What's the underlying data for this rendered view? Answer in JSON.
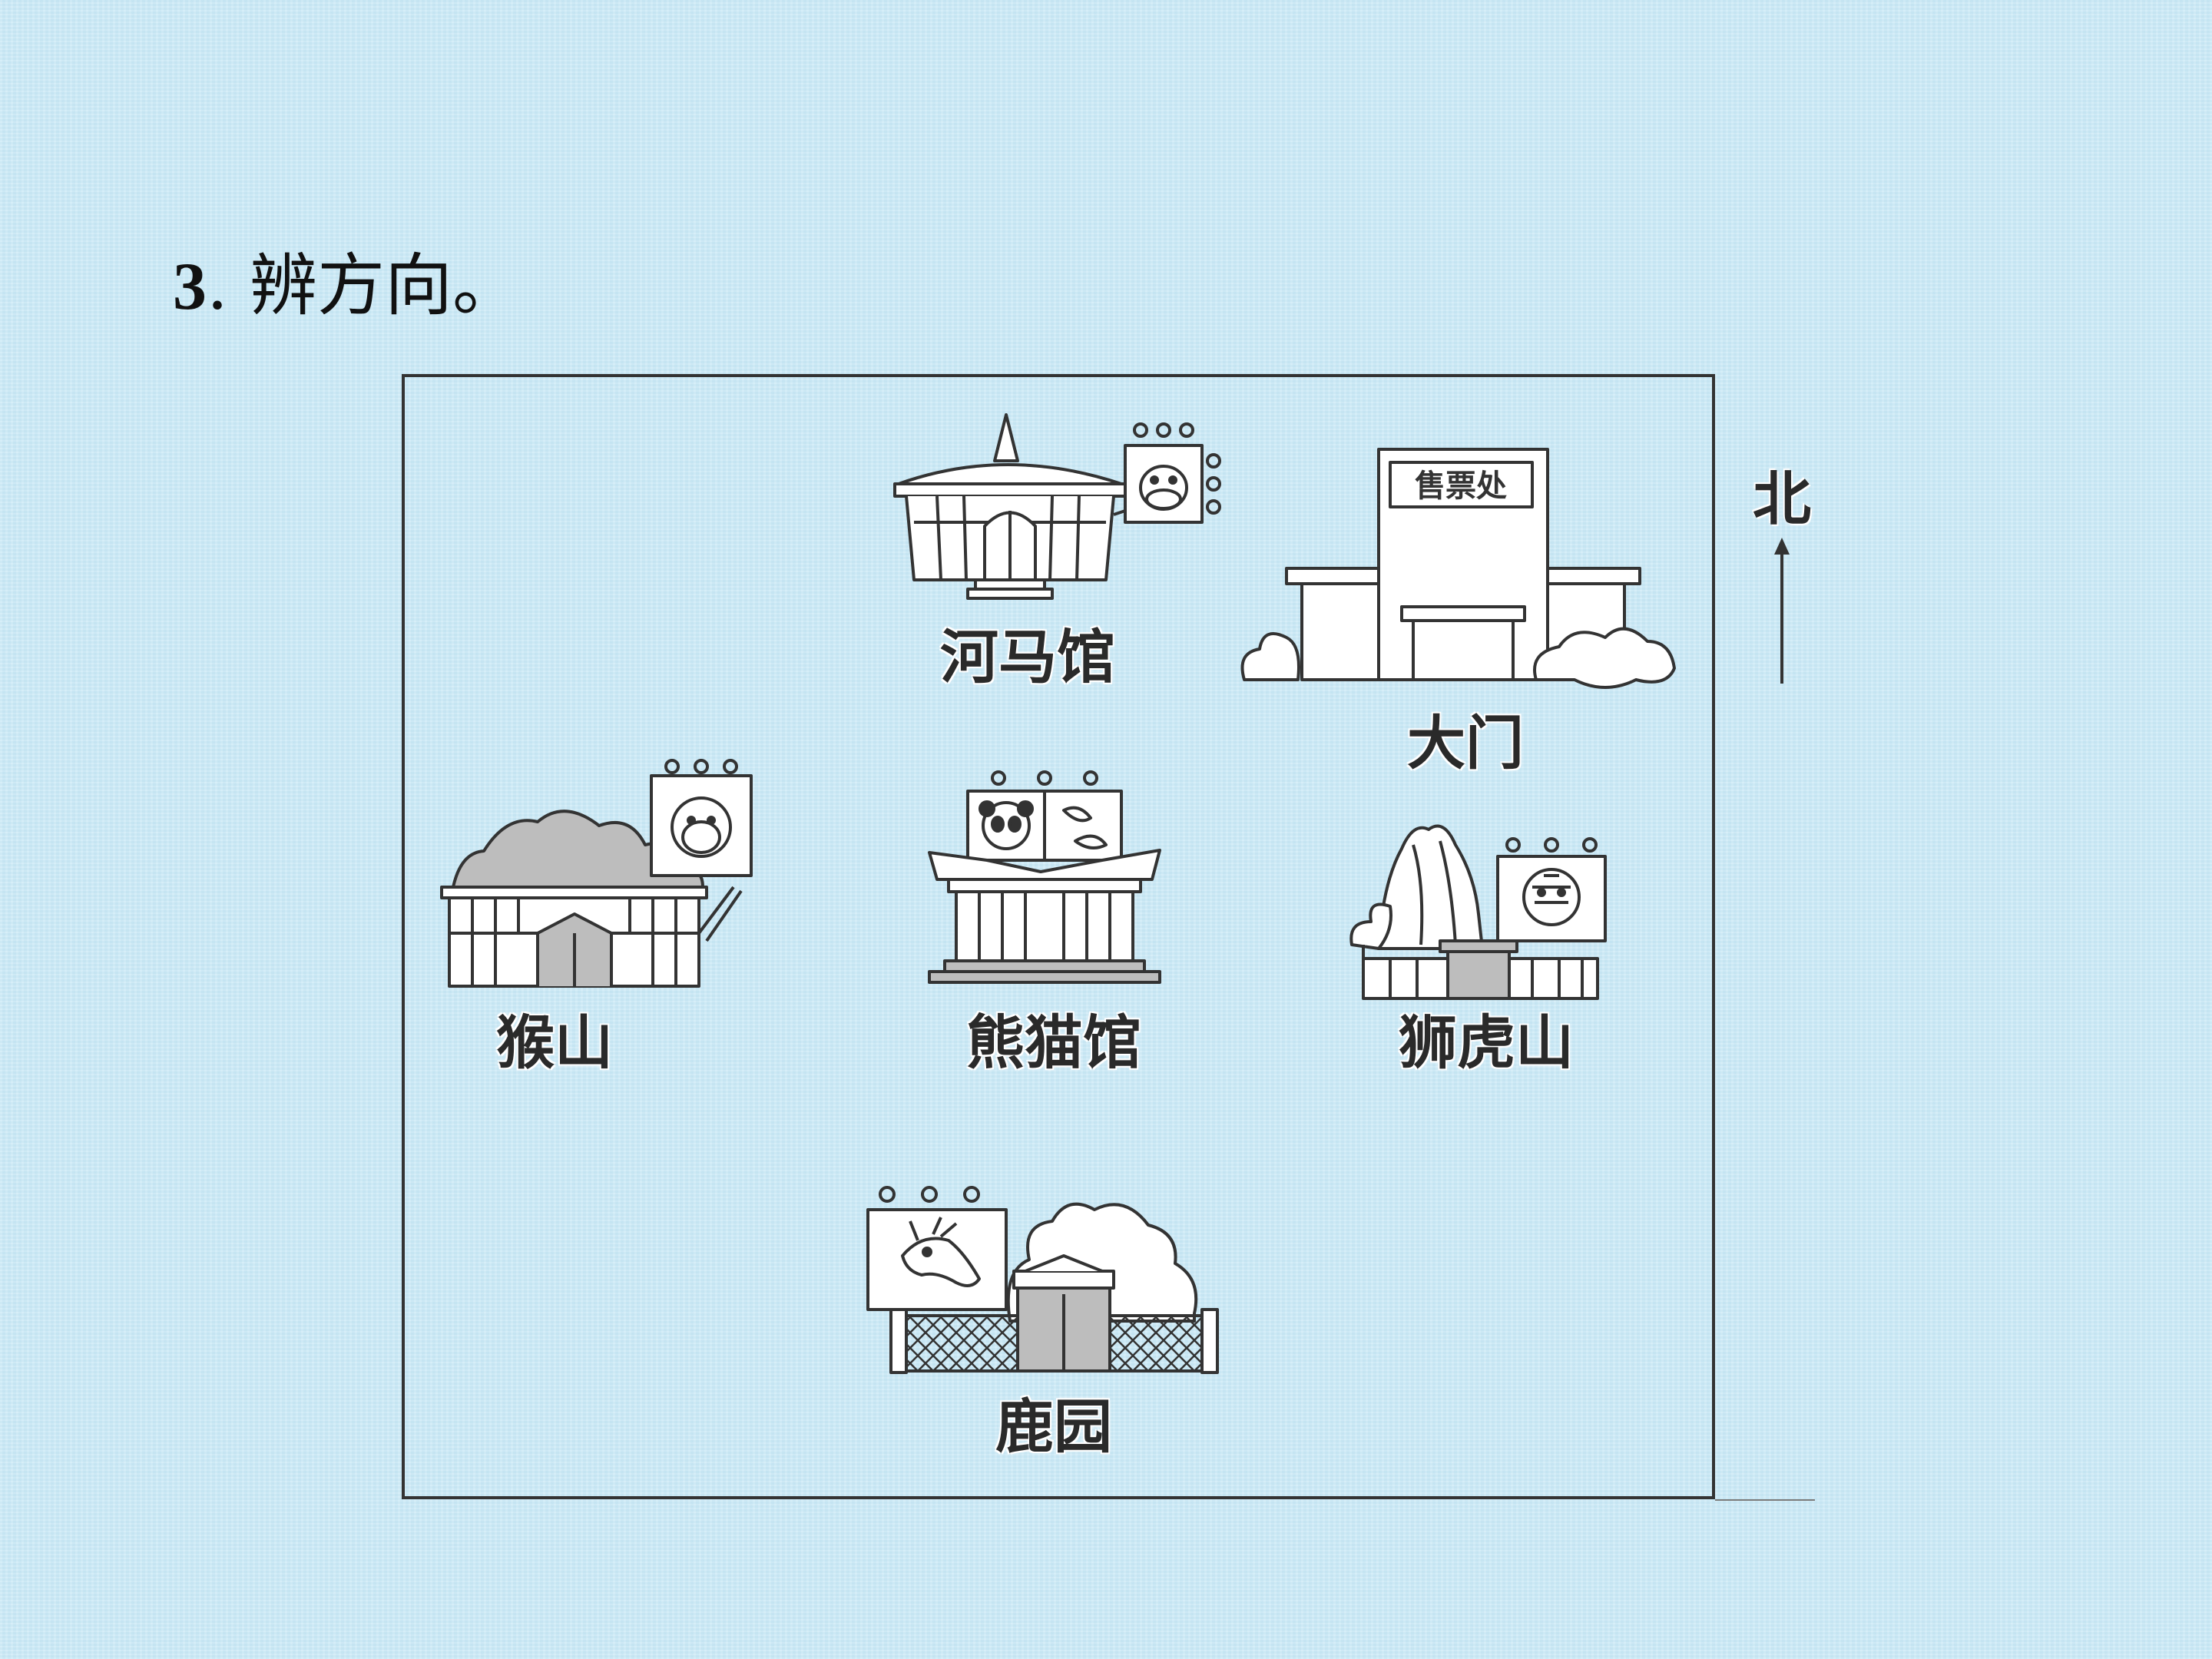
{
  "question": {
    "number": "3",
    "text": ". 辨方向。"
  },
  "compass": {
    "label": "北"
  },
  "locations": {
    "hippo": {
      "label": "河马馆",
      "icon": "hippo-house-icon"
    },
    "gate": {
      "label": "大门",
      "sign": "售票处",
      "icon": "main-gate-icon"
    },
    "monkey": {
      "label": "猴山",
      "icon": "monkey-hill-icon"
    },
    "panda": {
      "label": "熊猫馆",
      "icon": "panda-house-icon"
    },
    "tiger": {
      "label": "狮虎山",
      "icon": "lion-tiger-hill-icon"
    },
    "deer": {
      "label": "鹿园",
      "icon": "deer-park-icon"
    }
  },
  "colors": {
    "background": "#cdeaf6",
    "line": "#333333",
    "fill_gray": "#bdbdbd"
  }
}
